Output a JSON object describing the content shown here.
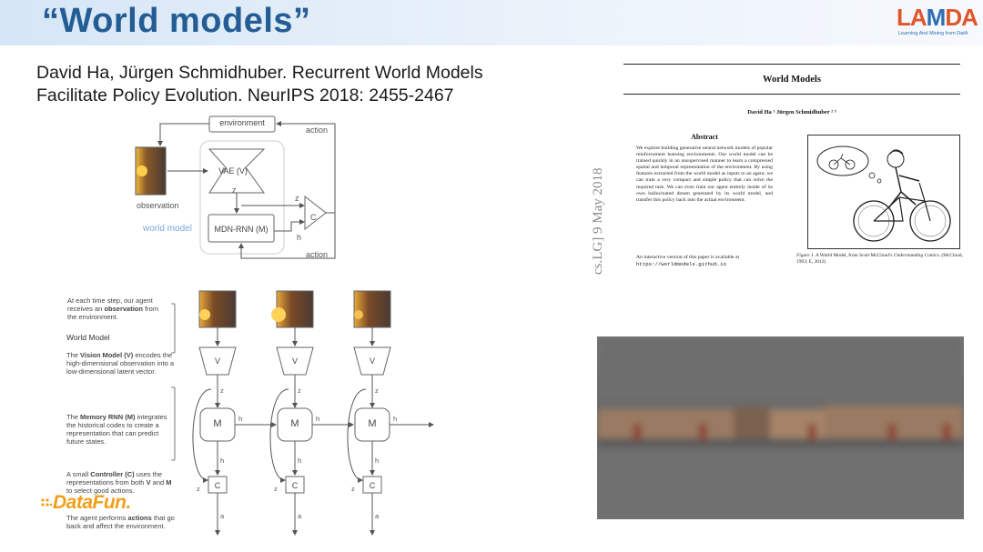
{
  "slide": {
    "title": "“World models”",
    "logo": {
      "text_la": "LA",
      "text_m": "M",
      "text_da": "DA",
      "subtitle": "Learning And Mining from DatA"
    },
    "citation_line1": "David Ha, Jürgen Schmidhuber. Recurrent World Models",
    "citation_line2": "Facilitate Policy Evolution. NeurIPS 2018: 2455-2467"
  },
  "top_diagram": {
    "environment": "environment",
    "action_top": "action",
    "action_bottom": "action",
    "observation": "observation",
    "world_model": "world model",
    "vae": "VAE (V)",
    "mdn_rnn": "MDN-RNN (M)",
    "controller": "C",
    "z1": "z",
    "z2": "z",
    "h": "h"
  },
  "bottom_diagram": {
    "step_text": "At each time step, our agent receives an",
    "step_bold": "observation",
    "step_tail": "from the environment.",
    "world_model_heading": "World Model",
    "vision_pre": "The",
    "vision_bold": "Vision Model (V)",
    "vision_tail": "encodes the high-dimensional observation into a low-dimensional latent vector.",
    "memory_pre": "The",
    "memory_bold": "Memory RNN (M)",
    "memory_tail": "integrates the historical codes to create a representation that can predict future states.",
    "controller_pre": "A small",
    "controller_bold": "Controller (C)",
    "controller_mid": "uses the representations from both",
    "controller_v": "V",
    "controller_and": "and",
    "controller_m": "M",
    "controller_tail": "to select good actions.",
    "agent_pre": "The agent performs",
    "agent_bold": "actions",
    "agent_tail": "that go back and affect the environment.",
    "v_label": "V",
    "m_label": "M",
    "c_label": "C",
    "z_label": "z",
    "h_label": "h",
    "a_label": "a"
  },
  "paper": {
    "title": "World Models",
    "authors": "David Ha ¹  Jürgen Schmidhuber ² ³",
    "arxiv": "cs.LG]  9 May 2018",
    "abstract_title": "Abstract",
    "abstract": "We explore building generative neural network models of popular reinforcement learning environments. Our world model can be trained quickly in an unsupervised manner to learn a compressed spatial and temporal representation of the environment. By using features extracted from the world model as inputs to an agent, we can train a very compact and simple policy that can solve the required task. We can even train our agent entirely inside of its own hallucinated dream generated by its world model, and transfer this policy back into the actual environment.",
    "interactive": "An interactive version of this paper is available at",
    "url": "https://worldmodels.github.io",
    "caption_label": "Figure 1.",
    "caption_text": "A World Model, from Scott McCloud’s",
    "caption_book": "Understanding Comics.",
    "caption_cite": "(McCloud, 1993; E, 2012)"
  },
  "watermark": {
    "text": "DataFun."
  },
  "colors": {
    "title": "#245c94",
    "logo_orange": "#e0562c",
    "logo_blue": "#2f6fb2",
    "world_model_label": "#7aa7d8",
    "datafun": "#f0a01c"
  }
}
